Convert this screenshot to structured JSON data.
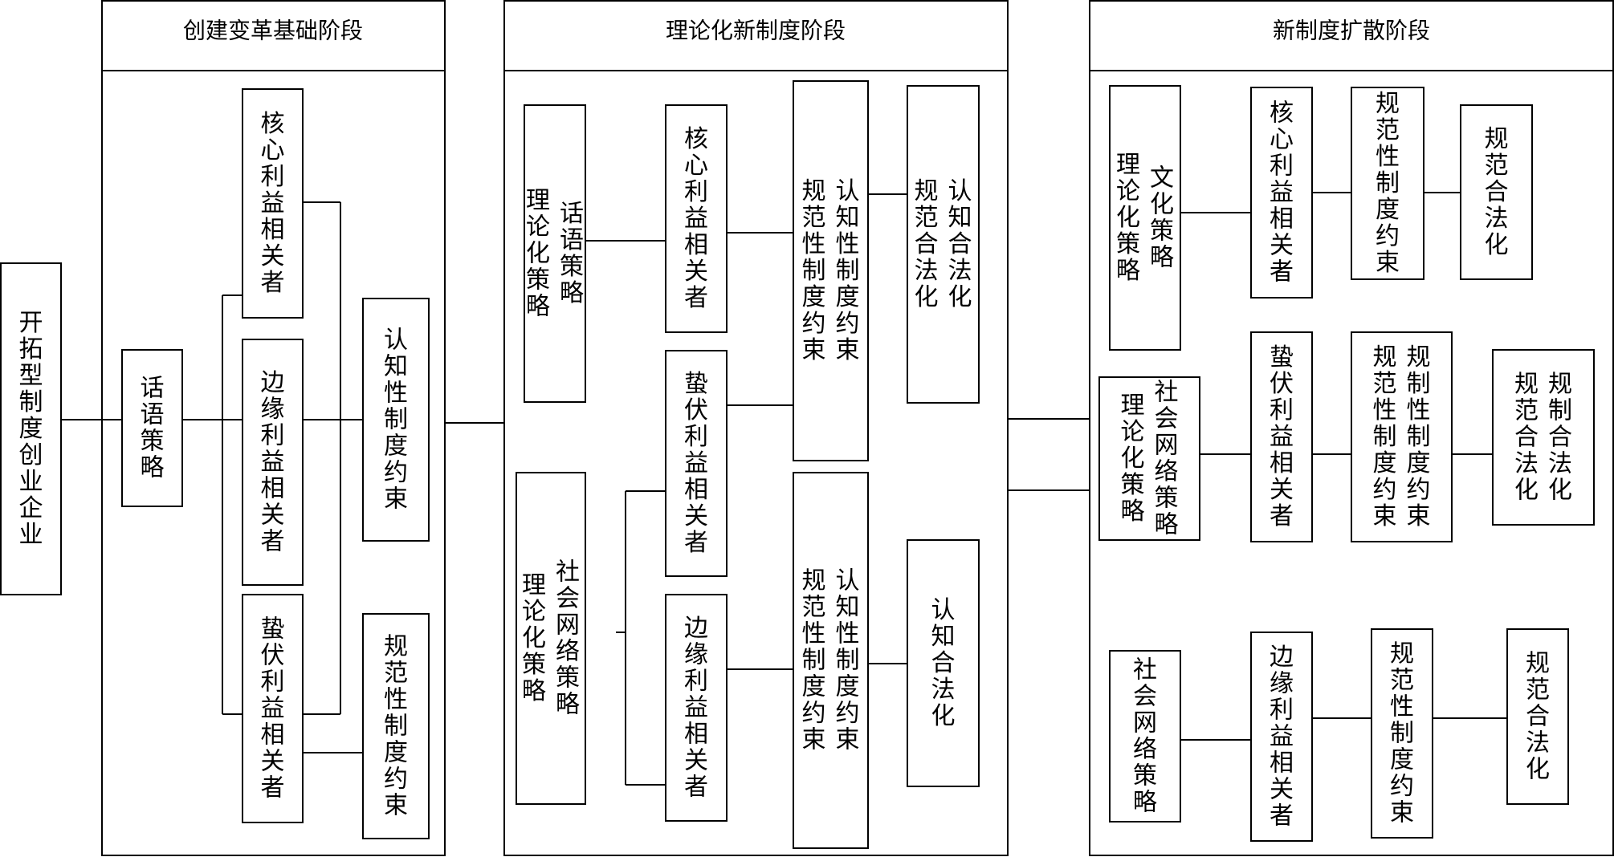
{
  "stages": [
    {
      "id": "stage1",
      "title": "创建变革基础阶段"
    },
    {
      "id": "stage2",
      "title": "理论化新制度阶段"
    },
    {
      "id": "stage3",
      "title": "新制度扩散阶段"
    }
  ],
  "nodes": [
    {
      "id": "root",
      "columns": [
        "开拓型制度创业企业"
      ]
    },
    {
      "id": "s1-strategy",
      "columns": [
        "话语策略"
      ]
    },
    {
      "id": "s1-core",
      "columns": [
        "核心利益相关者"
      ]
    },
    {
      "id": "s1-edge",
      "columns": [
        "边缘利益相关者"
      ]
    },
    {
      "id": "s1-latent",
      "columns": [
        "蛰伏利益相关者"
      ]
    },
    {
      "id": "s1-cognitive",
      "columns": [
        "认知性制度约束"
      ]
    },
    {
      "id": "s1-normative",
      "columns": [
        "规范性制度约束"
      ]
    },
    {
      "id": "s2-strat-a",
      "columns": [
        "话语策略",
        "理论化策略"
      ]
    },
    {
      "id": "s2-strat-b",
      "columns": [
        "社会网络策略",
        "理论化策略"
      ]
    },
    {
      "id": "s2-core",
      "columns": [
        "核心利益相关者"
      ]
    },
    {
      "id": "s2-latent",
      "columns": [
        "蛰伏利益相关者"
      ]
    },
    {
      "id": "s2-edge",
      "columns": [
        "边缘利益相关者"
      ]
    },
    {
      "id": "s2-constraint-a",
      "columns": [
        "认知性制度约束",
        "规范性制度约束"
      ]
    },
    {
      "id": "s2-constraint-b",
      "columns": [
        "认知性制度约束",
        "规范性制度约束"
      ]
    },
    {
      "id": "s2-legit-a",
      "columns": [
        "认知合法化",
        "规范合法化"
      ]
    },
    {
      "id": "s2-legit-b",
      "columns": [
        "认知合法化"
      ]
    },
    {
      "id": "s3-strat-a",
      "columns": [
        "文化策略",
        "理论化策略"
      ]
    },
    {
      "id": "s3-strat-b",
      "columns": [
        "社会网络策略",
        "理论化策略"
      ]
    },
    {
      "id": "s3-strat-c",
      "columns": [
        "社会网络策略"
      ]
    },
    {
      "id": "s3-core",
      "columns": [
        "核心利益相关者"
      ]
    },
    {
      "id": "s3-latent",
      "columns": [
        "蛰伏利益相关者"
      ]
    },
    {
      "id": "s3-edge",
      "columns": [
        "边缘利益相关者"
      ]
    },
    {
      "id": "s3-constraint-a",
      "columns": [
        "规范性制度约束"
      ]
    },
    {
      "id": "s3-constraint-b",
      "columns": [
        "规制性制度约束",
        "规范性制度约束"
      ]
    },
    {
      "id": "s3-constraint-c",
      "columns": [
        "规范性制度约束"
      ]
    },
    {
      "id": "s3-legit-a",
      "columns": [
        "规范合法化"
      ]
    },
    {
      "id": "s3-legit-b",
      "columns": [
        "规制合法化",
        "规范合法化"
      ]
    },
    {
      "id": "s3-legit-c",
      "columns": [
        "规范合法化"
      ]
    }
  ]
}
